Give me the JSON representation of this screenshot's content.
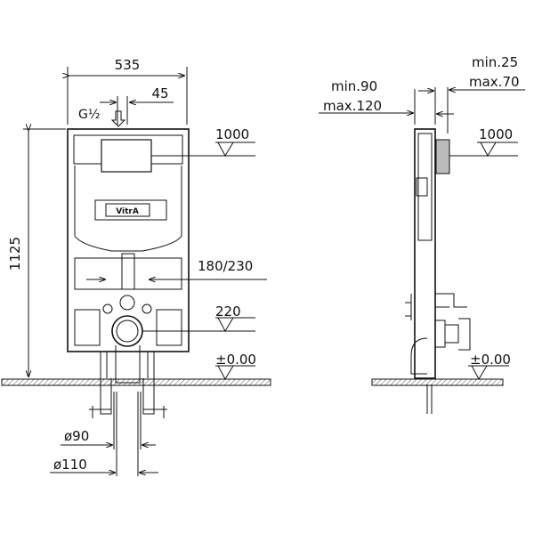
{
  "front_view": {
    "width_dim": "535",
    "offset_dim": "45",
    "inlet_label": "G½",
    "height_dim": "1125",
    "level_flush": "1000",
    "bolt_spacing": "180/230",
    "level_outlet": "220",
    "level_floor": "±0.00",
    "pipe_90": "ø90",
    "pipe_110": "ø110",
    "brand_logo": "VitrA"
  },
  "side_view": {
    "depth_min": "min.90",
    "depth_max": "max.120",
    "wall_min": "min.25",
    "wall_max": "max.70",
    "level_flush": "1000",
    "level_floor": "±0.00"
  },
  "colors": {
    "line": "#111111",
    "background": "#ffffff"
  }
}
